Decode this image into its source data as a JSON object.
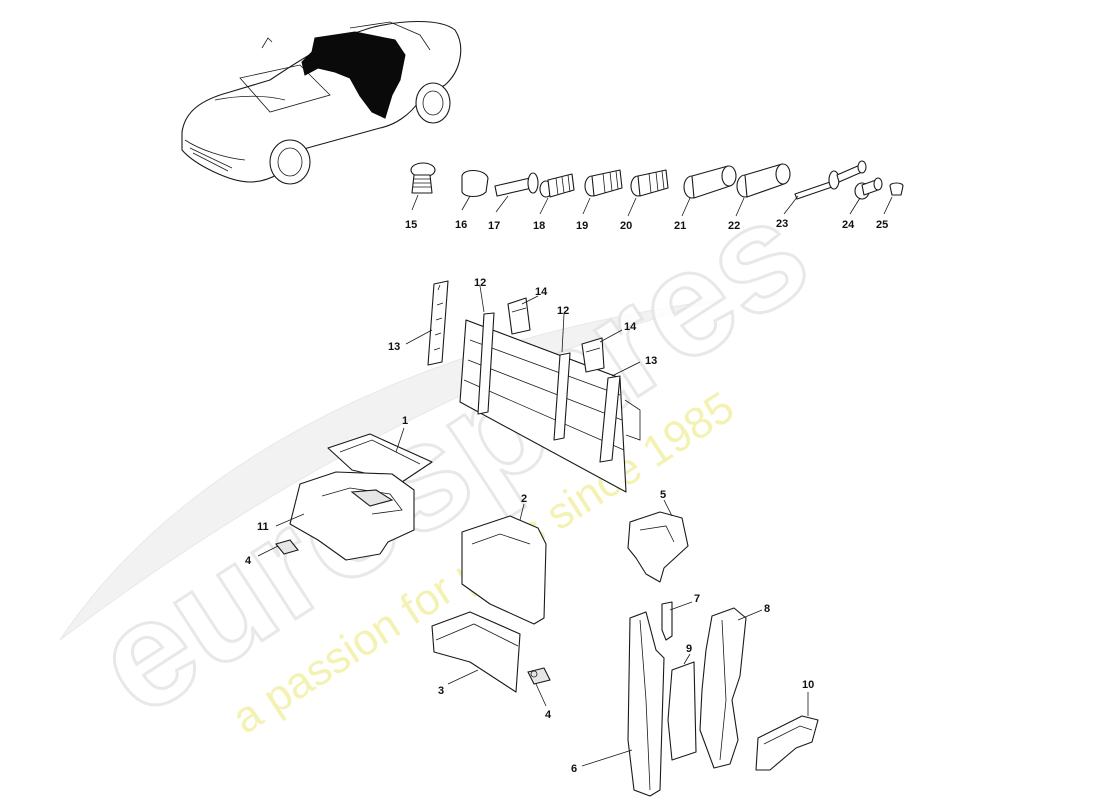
{
  "watermark": {
    "brand": "eurospares",
    "tagline": "a passion for parts since 1985"
  },
  "callouts": {
    "c1": "1",
    "c2": "2",
    "c3": "3",
    "c4a": "4",
    "c4b": "4",
    "c5": "5",
    "c6": "6",
    "c7": "7",
    "c8": "8",
    "c9": "9",
    "c10": "10",
    "c11": "11",
    "c12a": "12",
    "c12b": "12",
    "c13a": "13",
    "c13b": "13",
    "c14a": "14",
    "c14b": "14",
    "c15": "15",
    "c16": "16",
    "c17": "17",
    "c18": "18",
    "c19": "19",
    "c20": "20",
    "c21": "21",
    "c22": "22",
    "c23": "23",
    "c24": "24",
    "c25": "25"
  }
}
